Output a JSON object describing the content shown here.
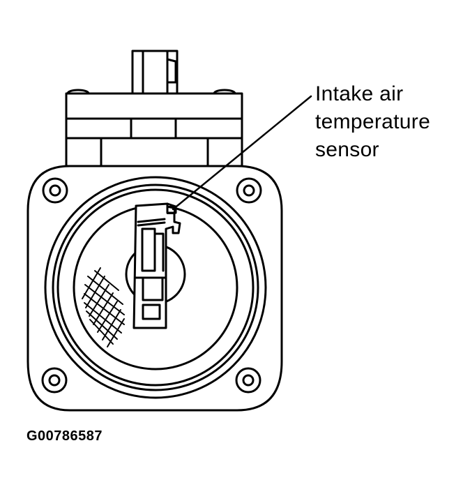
{
  "callout": {
    "line1": "Intake air",
    "line2": "temperature",
    "line3": "sensor"
  },
  "figure_id": "G00786587",
  "colors": {
    "ink": "#000000",
    "paper": "#ffffff"
  }
}
